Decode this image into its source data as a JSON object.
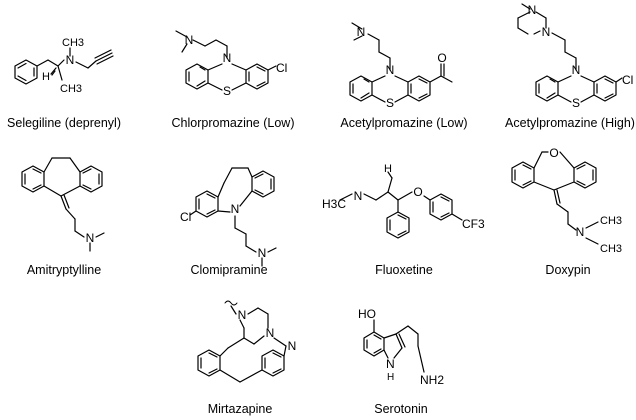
{
  "compounds": [
    {
      "name": "Selegiline (deprenyl)",
      "atoms": [
        "N",
        "CH3",
        "H",
        "CH3"
      ]
    },
    {
      "name": "Chlorpromazine (Low)",
      "atoms": [
        "N",
        "N",
        "Cl",
        "S"
      ]
    },
    {
      "name": "Acetylpromazine (Low)",
      "atoms": [
        "N",
        "N",
        "S",
        "O"
      ]
    },
    {
      "name": "Acetylpromazine (High)",
      "atoms": [
        "N",
        "N",
        "N",
        "Cl",
        "S"
      ]
    },
    {
      "name": "Amitryptylline",
      "atoms": [
        "N"
      ]
    },
    {
      "name": "Clomipramine",
      "atoms": [
        "Cl",
        "N",
        "N"
      ]
    },
    {
      "name": "Fluoxetine",
      "atoms": [
        "H",
        "N",
        "H3C",
        "O",
        "CF3"
      ]
    },
    {
      "name": "Doxypin",
      "atoms": [
        "O",
        "N",
        "CH3",
        "CH3"
      ]
    },
    {
      "name": "Mirtazapine",
      "atoms": [
        "N",
        "N",
        "N"
      ]
    },
    {
      "name": "Serotonin",
      "atoms": [
        "HO",
        "N",
        "H",
        "NH2"
      ]
    }
  ]
}
